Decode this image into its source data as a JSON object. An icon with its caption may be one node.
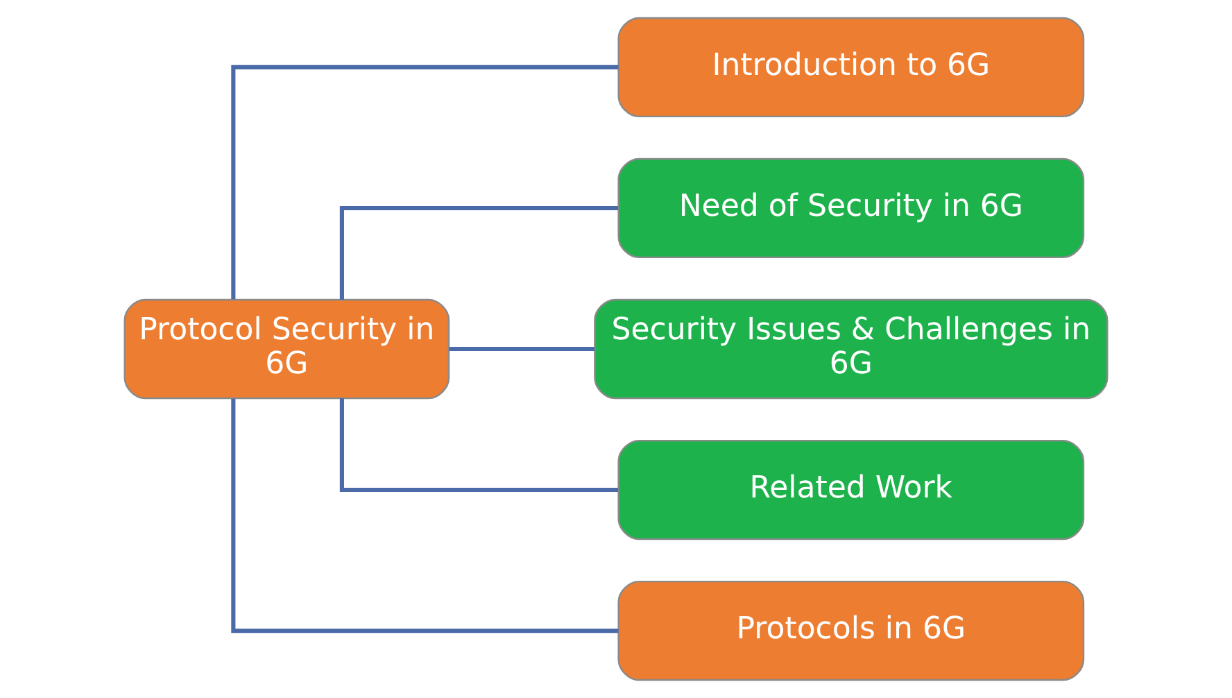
{
  "diagram": {
    "nodes": [
      {
        "text": [
          "Protocol Security in 6G"
        ]
      },
      {
        "text": [
          "Introduction to 6G"
        ]
      },
      {
        "text": [
          "Need of Security in 6G"
        ]
      },
      {
        "text": [
          "Security Issues & Challenges in 6G"
        ]
      },
      {
        "text": [
          "Related Work"
        ]
      },
      {
        "text": [
          "Protocols in 6G"
        ]
      }
    ],
    "edges": [
      {
        "from": 0,
        "to": 1,
        "arrow": "none"
      },
      {
        "from": 0,
        "to": 2,
        "arrow": "none"
      },
      {
        "from": 0,
        "to": 3,
        "arrow": "none"
      },
      {
        "from": 0,
        "to": 4,
        "arrow": "none"
      },
      {
        "from": 0,
        "to": 5,
        "arrow": "none"
      }
    ]
  }
}
